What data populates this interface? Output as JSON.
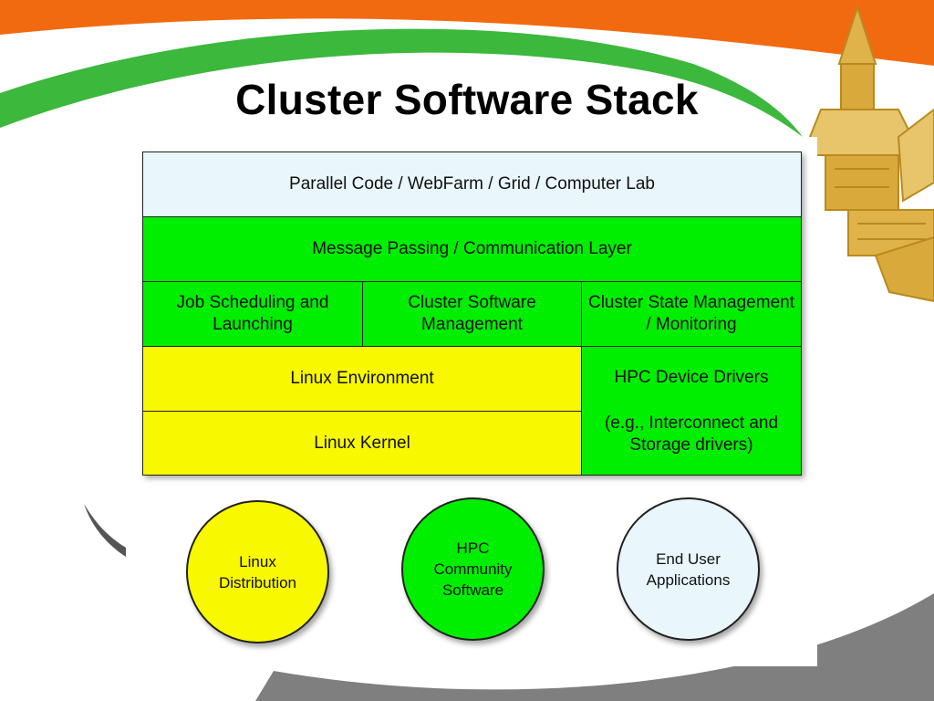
{
  "title": "Cluster Software Stack",
  "colors": {
    "top_layer": "#e9f6fb",
    "green": "#00ee00",
    "yellow": "#f8f800",
    "banner_orange": "#f26a10",
    "banner_green": "#3cb83c",
    "swoosh_gray": "#7f7f7f"
  },
  "stack": {
    "top": "Parallel Code / WebFarm / Grid / Computer Lab",
    "message": "Message Passing / Communication Layer",
    "job": "Job Scheduling and Launching",
    "csm": "Cluster Software Management",
    "state": "Cluster State Management / Monitoring",
    "linux_env": "Linux Environment",
    "linux_kernel": "Linux Kernel",
    "drivers_title": "HPC Device Drivers",
    "drivers_note": "(e.g., Interconnect and Storage drivers)"
  },
  "circles": {
    "distribution": "Linux Distribution",
    "community": "HPC Community Software",
    "apps": "End User Applications"
  },
  "decor": {
    "building": "building-sketch-icon"
  }
}
